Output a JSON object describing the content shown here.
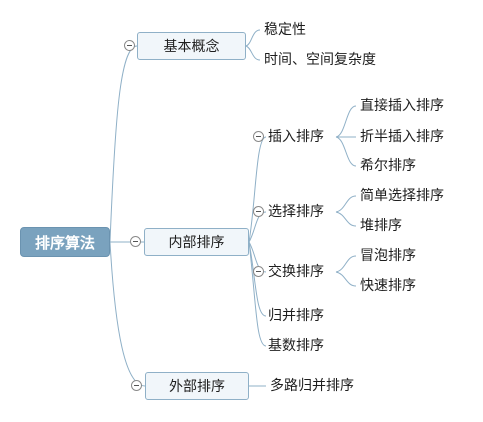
{
  "root": {
    "label": "排序算法"
  },
  "basic": {
    "label": "基本概念",
    "children": [
      "稳定性",
      "时间、空间复杂度"
    ]
  },
  "internal": {
    "label": "内部排序",
    "insert": {
      "label": "插入排序",
      "children": [
        "直接插入排序",
        "折半插入排序",
        "希尔排序"
      ]
    },
    "select": {
      "label": "选择排序",
      "children": [
        "简单选择排序",
        "堆排序"
      ]
    },
    "swap": {
      "label": "交换排序",
      "children": [
        "冒泡排序",
        "快速排序"
      ]
    },
    "merge": {
      "label": "归并排序"
    },
    "radix": {
      "label": "基数排序"
    }
  },
  "external": {
    "label": "外部排序",
    "children": [
      "多路归并排序"
    ]
  },
  "colors": {
    "line": "#8fb0c7",
    "root_fill": "#7aa2be",
    "node_fill": "#f1f6fa"
  }
}
